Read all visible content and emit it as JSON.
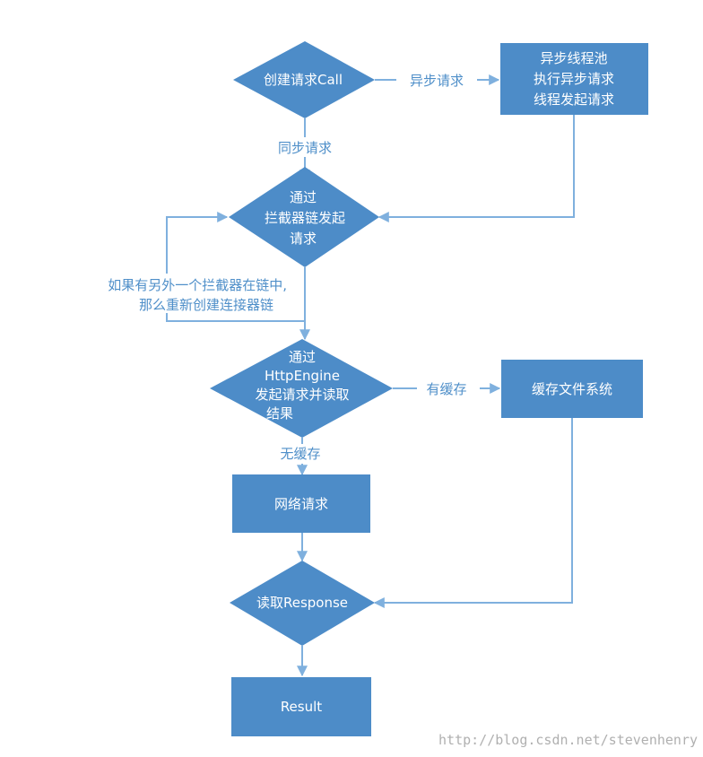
{
  "nodes": {
    "create_call": "创建请求Call",
    "async_pool": [
      "异步线程池",
      "执行异步请求",
      "线程发起请求"
    ],
    "interceptor_chain": [
      "通过",
      "拦截器链发起",
      "请求"
    ],
    "http_engine": [
      "通过",
      "HttpEngine",
      "发起请求并读取",
      "结果"
    ],
    "cache_fs": "缓存文件系统",
    "network_request": "网络请求",
    "read_response": "读取Response",
    "result": "Result"
  },
  "edges": {
    "async_request": "异步请求",
    "sync_request": "同步请求",
    "loop_note": [
      "如果有另外一个拦截器在链中,",
      "那么重新创建连接器链"
    ],
    "has_cache": "有缓存",
    "no_cache": "无缓存"
  },
  "watermark": "http://blog.csdn.net/stevenhenry",
  "colors": {
    "shape_fill": "#4d8cc8",
    "line": "#7fb0de",
    "edge_label": "#4f8fc9",
    "watermark": "#b0b0b0"
  }
}
